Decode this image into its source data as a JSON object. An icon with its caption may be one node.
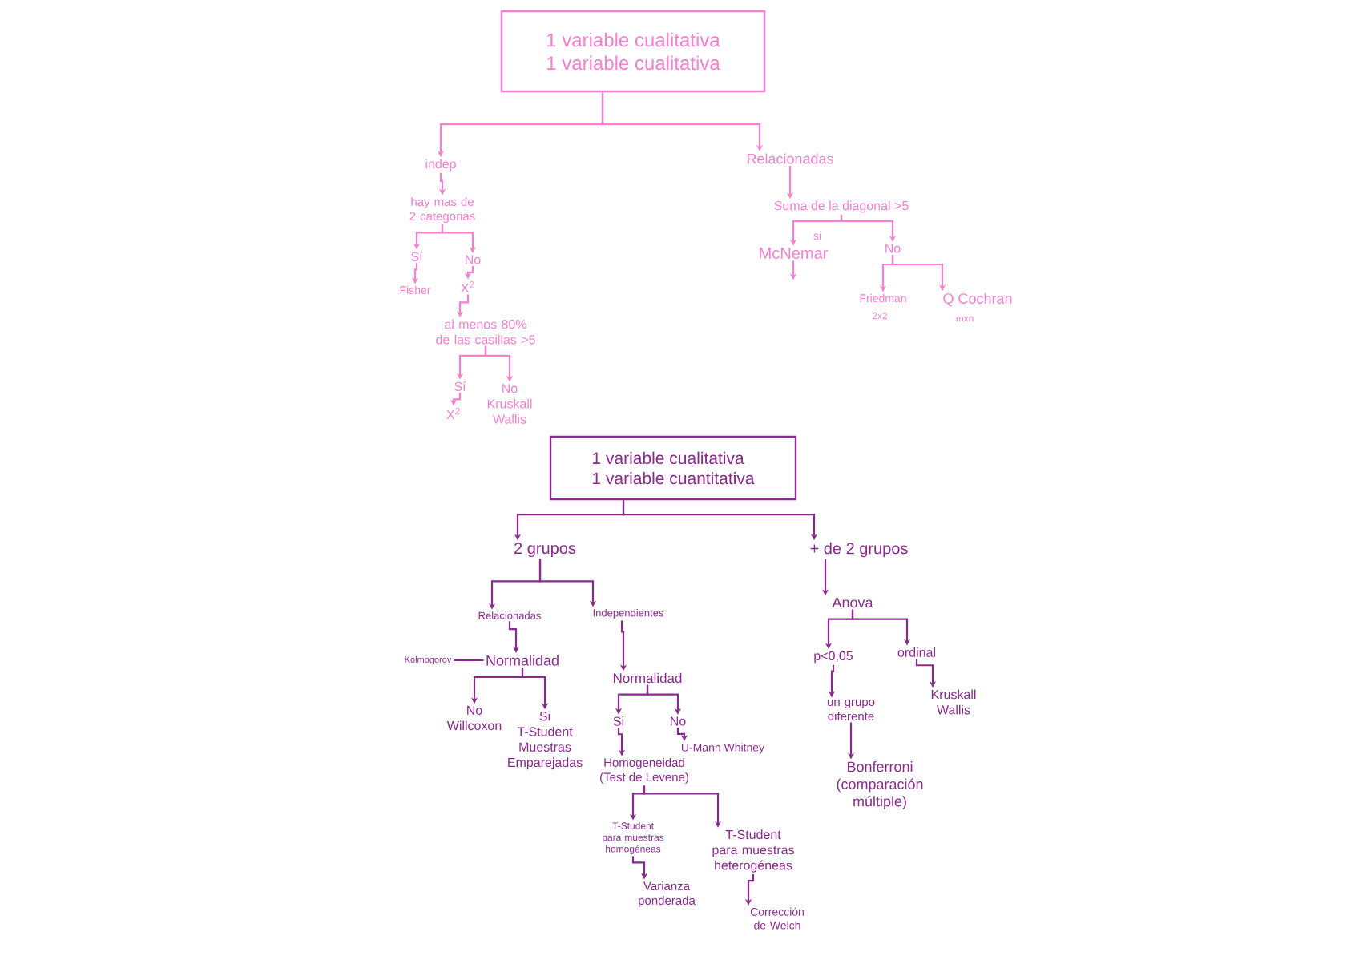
{
  "diagram": {
    "nodes": [
      {
        "text": [
          "1 variable cualitativa",
          "1 variable cualitativa"
        ]
      },
      {
        "text": [
          "indep"
        ]
      },
      {
        "text": [
          "hay mas de 2 categorias"
        ]
      },
      {
        "text": [
          "Sí"
        ]
      },
      {
        "text": [
          "No"
        ]
      },
      {
        "text": [
          "Fisher"
        ]
      },
      {
        "text": [
          "X$^{2}$"
        ]
      },
      {
        "text": [
          "al menos 80% de las casillas >5"
        ]
      },
      {
        "text": [
          "Sí"
        ]
      },
      {
        "text": [
          "No",
          "Kruskall Wallis"
        ]
      },
      {
        "text": [
          "X$^{2}$"
        ]
      },
      {
        "text": [
          "Relacionadas"
        ]
      },
      {
        "text": [
          "Suma de la diagonal >5"
        ]
      },
      {
        "text": [
          "McNemar"
        ]
      },
      {
        "text": [
          "No"
        ]
      },
      {
        "text": [
          "Friedman"
        ],
        "beside": [
          "2x2"
        ]
      },
      {
        "text": [
          "Q Cochran"
        ],
        "beside": [
          "mxn"
        ]
      },
      {
        "text": [
          "1 variable cualitativa",
          "1 variable cuantitativa"
        ]
      },
      {
        "text": [
          "2 grupos"
        ]
      },
      {
        "text": [
          "+ de 2 grupos"
        ]
      },
      {
        "text": [
          "Relacionadas"
        ]
      },
      {
        "text": [
          "Independientes"
        ]
      },
      {
        "text": [
          "Anova"
        ]
      },
      {
        "text": [
          "Kolmogorov"
        ]
      },
      {
        "text": [
          "Normalidad"
        ]
      },
      {
        "text": [
          "No",
          "Willcoxon"
        ]
      },
      {
        "text": [
          "Si",
          "T-Student Muestras Emparejadas"
        ]
      },
      {
        "text": [
          "Normalidad"
        ]
      },
      {
        "text": [
          "Si"
        ]
      },
      {
        "text": [
          "No"
        ]
      },
      {
        "text": [
          "Homogeneidad",
          "(Test de Levene)"
        ]
      },
      {
        "text": [
          "U-Mann Whitney"
        ]
      },
      {
        "text": [
          "T-Student para muestras homogéneas"
        ]
      },
      {
        "text": [
          "T-Student para muestras heterogéneas"
        ]
      },
      {
        "text": [
          "Varianza ponderada"
        ]
      },
      {
        "text": [
          "Corrección de Welch"
        ]
      },
      {
        "text": [
          "p<0,05"
        ]
      },
      {
        "text": [
          "ordinal"
        ]
      },
      {
        "text": [
          "un grupo diferente"
        ]
      },
      {
        "text": [
          "Kruskall Wallis"
        ]
      },
      {
        "text": [
          "Bonferroni",
          "(comparación múltiple)"
        ]
      }
    ],
    "edges": [
      {
        "from": 0,
        "to": 1,
        "arrow": "to",
        "color": "#f77fcf"
      },
      {
        "from": 0,
        "to": 11,
        "arrow": "to",
        "color": "#f77fcf"
      },
      {
        "from": 1,
        "to": 2,
        "arrow": "to",
        "color": "#f77fcf"
      },
      {
        "from": 2,
        "to": 3,
        "arrow": "to",
        "color": "#f77fcf"
      },
      {
        "from": 2,
        "to": 4,
        "arrow": "to",
        "color": "#f77fcf"
      },
      {
        "from": 3,
        "to": 5,
        "arrow": "to",
        "color": "#f77fcf"
      },
      {
        "from": 4,
        "to": 6,
        "arrow": "to",
        "color": "#f77fcf"
      },
      {
        "from": 6,
        "to": 7,
        "arrow": "to",
        "color": "#f77fcf"
      },
      {
        "from": 7,
        "to": 8,
        "arrow": "to",
        "color": "#f77fcf"
      },
      {
        "from": 7,
        "to": 9,
        "arrow": "to",
        "color": "#f77fcf"
      },
      {
        "from": 8,
        "to": 10,
        "arrow": "to",
        "color": "#f77fcf"
      },
      {
        "from": 11,
        "to": 12,
        "arrow": "to",
        "color": "#f77fcf"
      },
      {
        "from": 12,
        "to": 13,
        "arrow": "to",
        "label": "si",
        "color": "#f77fcf"
      },
      {
        "from": 12,
        "to": 14,
        "arrow": "to",
        "color": "#f77fcf"
      },
      {
        "from": 13,
        "to": null,
        "arrow": "to",
        "color": "#f77fcf"
      },
      {
        "from": 14,
        "to": 15,
        "arrow": "to",
        "color": "#f77fcf"
      },
      {
        "from": 14,
        "to": 16,
        "arrow": "to",
        "color": "#f77fcf"
      },
      {
        "from": 17,
        "to": 18,
        "arrow": "to"
      },
      {
        "from": 17,
        "to": 19,
        "arrow": "to"
      },
      {
        "from": 18,
        "to": 20,
        "arrow": "to"
      },
      {
        "from": 18,
        "to": 21,
        "arrow": "to"
      },
      {
        "from": 19,
        "to": 22,
        "arrow": "to"
      },
      {
        "from": 23,
        "to": 24,
        "arrow": "none"
      },
      {
        "from": 20,
        "to": 24,
        "arrow": "to"
      },
      {
        "from": 24,
        "to": 25,
        "arrow": "to"
      },
      {
        "from": 24,
        "to": 26,
        "arrow": "to"
      },
      {
        "from": 21,
        "to": 27,
        "arrow": "to"
      },
      {
        "from": 27,
        "to": 28,
        "arrow": "to"
      },
      {
        "from": 27,
        "to": 29,
        "arrow": "to"
      },
      {
        "from": 28,
        "to": 30,
        "arrow": "to"
      },
      {
        "from": 29,
        "to": 31,
        "arrow": "to"
      },
      {
        "from": 30,
        "to": 32,
        "arrow": "to"
      },
      {
        "from": 30,
        "to": 33,
        "arrow": "to"
      },
      {
        "from": 32,
        "to": 34,
        "arrow": "to"
      },
      {
        "from": 33,
        "to": 35,
        "arrow": "to"
      },
      {
        "from": 22,
        "to": 36,
        "arrow": "to"
      },
      {
        "from": 22,
        "to": 37,
        "arrow": "to"
      },
      {
        "from": 36,
        "to": 38,
        "arrow": "to"
      },
      {
        "from": 37,
        "to": 39,
        "arrow": "to"
      },
      {
        "from": 38,
        "to": 40,
        "arrow": "to"
      }
    ]
  }
}
